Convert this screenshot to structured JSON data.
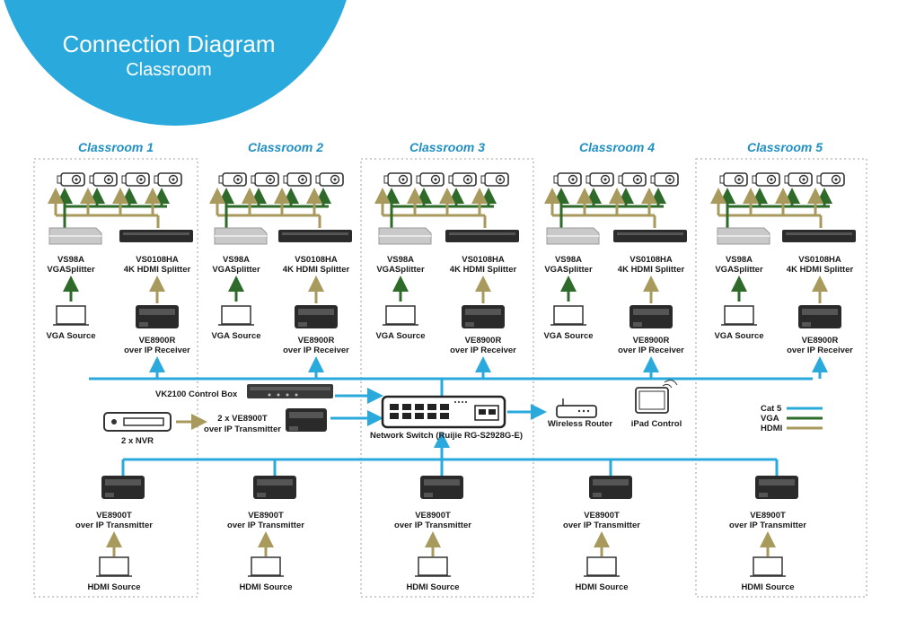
{
  "title": "Connection Diagram",
  "subtitle": "Classroom",
  "colors": {
    "cat5": "#29a9dc",
    "vga": "#2e6b2a",
    "hdmi": "#a89a5c",
    "accent": "#29a9dc"
  },
  "classrooms": [
    {
      "name": "Classroom 1"
    },
    {
      "name": "Classroom 2"
    },
    {
      "name": "Classroom 3"
    },
    {
      "name": "Classroom 4"
    },
    {
      "name": "Classroom 5"
    }
  ],
  "room_devices": {
    "vga_splitter": {
      "line1": "VS98A",
      "line2": "VGASplitter"
    },
    "hdmi_splitter": {
      "line1": "VS0108HA",
      "line2": "4K HDMI Splitter"
    },
    "vga_source": "VGA Source",
    "receiver": {
      "line1": "VE8900R",
      "line2": "over IP Receiver"
    },
    "transmitter": {
      "line1": "VE8900T",
      "line2": "over IP Transmitter"
    },
    "hdmi_source": "HDMI Source"
  },
  "center": {
    "control_box": "VK2100 Control Box",
    "nvr": "2 x NVR",
    "transmitters": {
      "line1": "2 x VE8900T",
      "line2": "over IP Transmitter"
    },
    "switch": "Network Switch (Ruijie RG-S2928G-E)",
    "router": "Wireless Router",
    "ipad": "iPad Control"
  },
  "legend": [
    {
      "label": "Cat 5",
      "color": "#29a9dc"
    },
    {
      "label": "VGA",
      "color": "#2e6b2a"
    },
    {
      "label": "HDMI",
      "color": "#a89a5c"
    }
  ]
}
